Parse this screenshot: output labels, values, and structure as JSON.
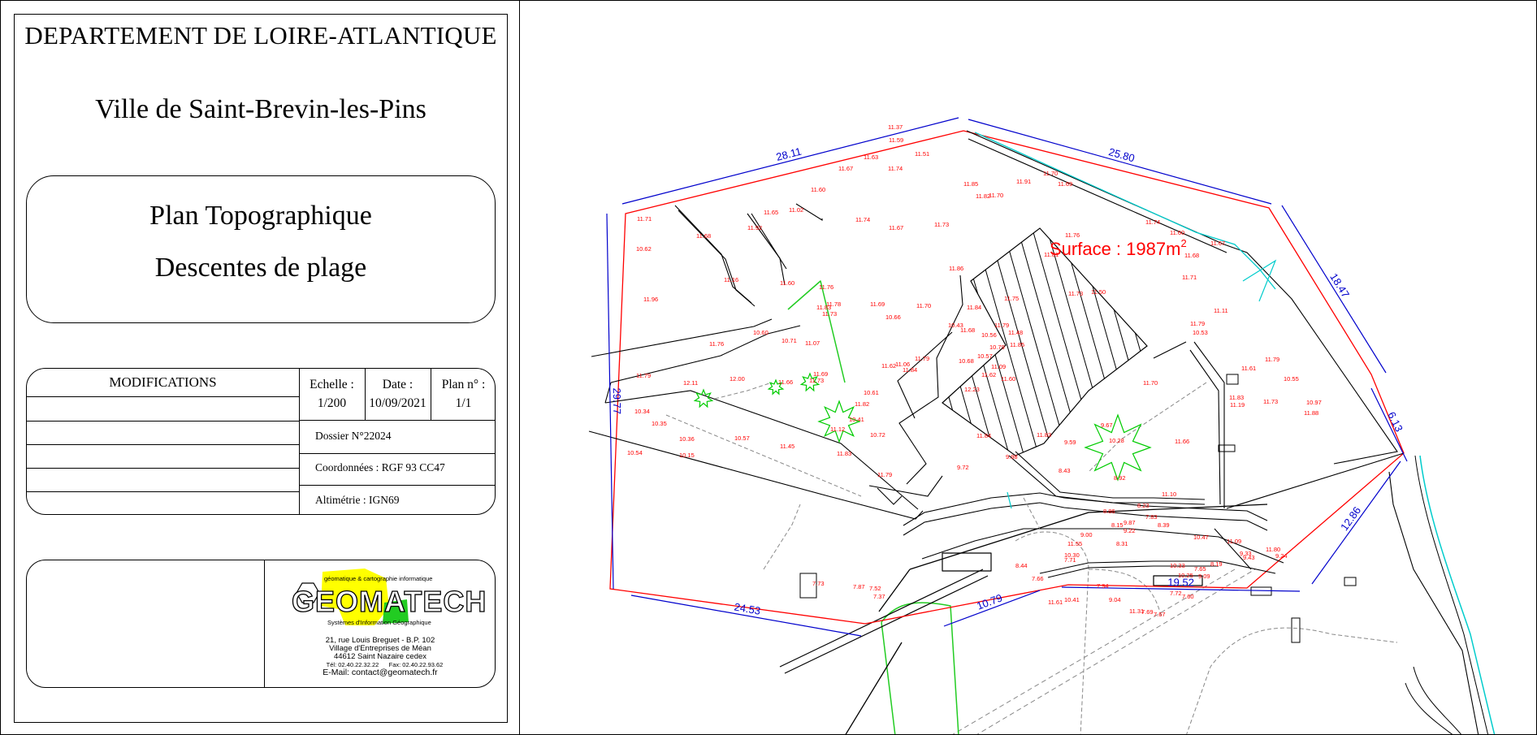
{
  "cartouche": {
    "department": "DEPARTEMENT DE LOIRE-ATLANTIQUE",
    "city": "Ville de Saint-Brevin-les-Pins",
    "plan_title": "Plan Topographique",
    "plan_subtitle": "Descentes de plage",
    "modifications_label": "MODIFICATIONS",
    "scale_label": "Echelle :",
    "scale_value": "1/200",
    "date_label": "Date :",
    "date_value": "10/09/2021",
    "plan_no_label": "Plan n° :",
    "plan_no_value": "1/1",
    "dossier": "Dossier N°22024",
    "coordinates": "Coordonnées : RGF 93 CC47",
    "altimetry": "Altimétrie : IGN69"
  },
  "company": {
    "tagline": "géomatique & cartographie informatique",
    "name": "GEOMATECH",
    "subtitle": "Systèmes d'Information Géographique",
    "address_lines": [
      "21, rue Louis Breguet - B.P. 102",
      "Village d'Entreprises de Méan",
      "44612 Saint Nazaire cedex"
    ],
    "tel": "Tél: 02.40.22.32.22",
    "fax": "Fax: 02.40.22.93.62",
    "email": "E-Mail: contact@geomatech.fr"
  },
  "plan": {
    "surface_label": "Surface : 1987m",
    "surface_exponent": "2",
    "boundary_color": "#ff0000",
    "dimension_color": "#0000cc",
    "water_color": "#00cccc",
    "vegetation_color": "#00cc00",
    "dimensions": [
      "28.11",
      "25.80",
      "18.47",
      "6.13",
      "12.86",
      "19.52",
      "10.79",
      "24.53",
      "29.77"
    ],
    "spot_heights": [
      "11.37",
      "11.59",
      "11.63",
      "11.67",
      "11.74",
      "11.51",
      "11.85",
      "11.82",
      "11.91",
      "11.70",
      "11.70",
      "11.69",
      "11.71",
      "11.68",
      "11.92",
      "11.65",
      "11.02",
      "11.60",
      "11.74",
      "11.67",
      "11.73",
      "11.86",
      "11.81",
      "11.76",
      "11.74",
      "11.60",
      "11.67",
      "11.68",
      "11.71",
      "10.62",
      "11.16",
      "11.60",
      "11.76",
      "11.83",
      "11.78",
      "11.73",
      "11.69",
      "10.66",
      "11.70",
      "11.84",
      "11.75",
      "10.57",
      "10.79",
      "11.48",
      "11.85",
      "11.96",
      "11.76",
      "10.60",
      "10.71",
      "11.07",
      "11.69",
      "11.62",
      "11.79",
      "10.68",
      "11.09",
      "11.73",
      "11.50",
      "11.70",
      "11.79",
      "10.53",
      "11.11",
      "11.61",
      "11.83",
      "11.79",
      "10.55",
      "10.97",
      "11.79",
      "12.11",
      "12.00",
      "11.66",
      "11.73",
      "11.82",
      "10.41",
      "10.61",
      "11.06",
      "11.84",
      "10.43",
      "10.56",
      "11.68",
      "11.79",
      "10.34",
      "10.35",
      "10.36",
      "10.57",
      "11.12",
      "10.72",
      "12.23",
      "11.62",
      "11.60",
      "11.84",
      "11.83",
      "9.59",
      "9.67",
      "10.28",
      "11.66",
      "11.19",
      "11.73",
      "11.88",
      "10.54",
      "10.15",
      "11.45",
      "11.83",
      "11.79",
      "9.72",
      "9.98",
      "8.43",
      "8.92",
      "9.87",
      "9.22",
      "11.10",
      "10.33",
      "10.47",
      "11.09",
      "8.23",
      "9.33",
      "9.43",
      "11.80",
      "9.00",
      "9.24",
      "8.86",
      "8.15",
      "10.30",
      "7.83",
      "8.31",
      "8.39",
      "11.55",
      "7.71",
      "8.19",
      "10.25",
      "9.09",
      "7.65",
      "7.72",
      "7.94",
      "9.04",
      "10.41",
      "11.61",
      "11.31",
      "7.69",
      "7.67",
      "7.60",
      "8.44",
      "7.66",
      "7.73",
      "7.87",
      "7.52",
      "7.37"
    ]
  }
}
